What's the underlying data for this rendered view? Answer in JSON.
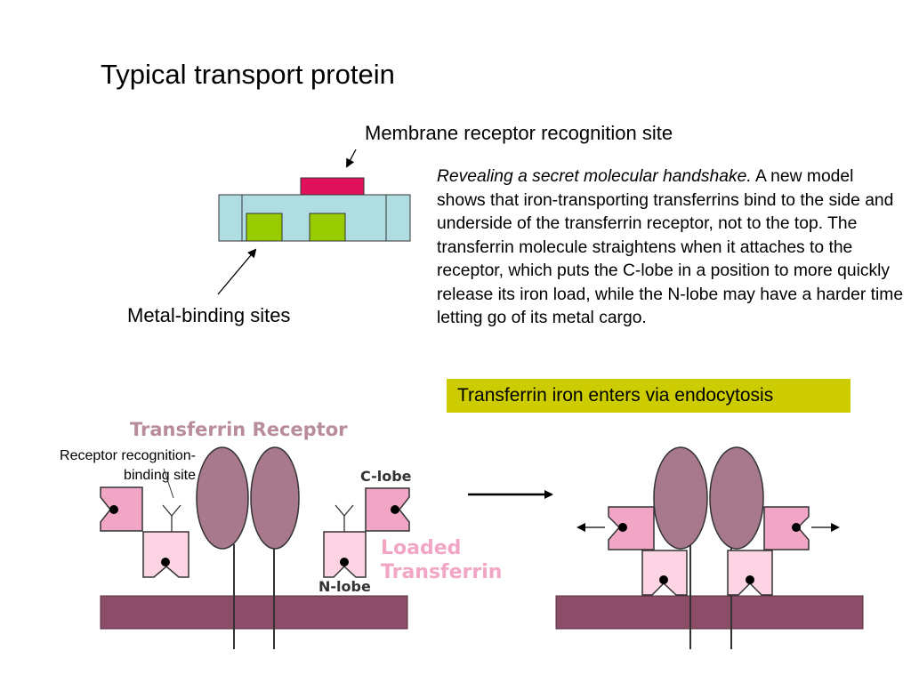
{
  "title": "Typical transport protein",
  "labels": {
    "membrane_receptor_site": "Membrane receptor recognition site",
    "metal_binding_sites": "Metal-binding sites",
    "receptor_recognition_site_line1": "Receptor recognition-",
    "receptor_recognition_site_line2": "binding site"
  },
  "description": {
    "italic_lead": "Revealing a secret molecular handshake.",
    "body": "A new model shows that iron-transporting transferrins bind to the side and underside of the transferrin receptor, not to the top. The transferrin molecule straightens when it attaches to the receptor, which puts the C-lobe in a position to more quickly release its iron load, while the N-lobe may have a harder time letting go of its metal cargo."
  },
  "callout": "Transferrin iron enters via endocytosis",
  "figure": {
    "heading": "Transferrin Receptor",
    "c_lobe": "C-lobe",
    "n_lobe": "N-lobe",
    "loaded_line1": "Loaded",
    "loaded_line2": "Transferrin"
  },
  "colors": {
    "protein_body": "#b0dde2",
    "recognition_site": "#e0105a",
    "metal_site": "#99cc00",
    "callout_bg": "#cccc00",
    "receptor": "#a8788c",
    "membrane": "#8b4d68",
    "c_lobe": "#f2a6c6",
    "n_lobe": "#fcd4e4",
    "figure_text": "#b88c9c",
    "loaded_text": "#f0a6c4"
  }
}
